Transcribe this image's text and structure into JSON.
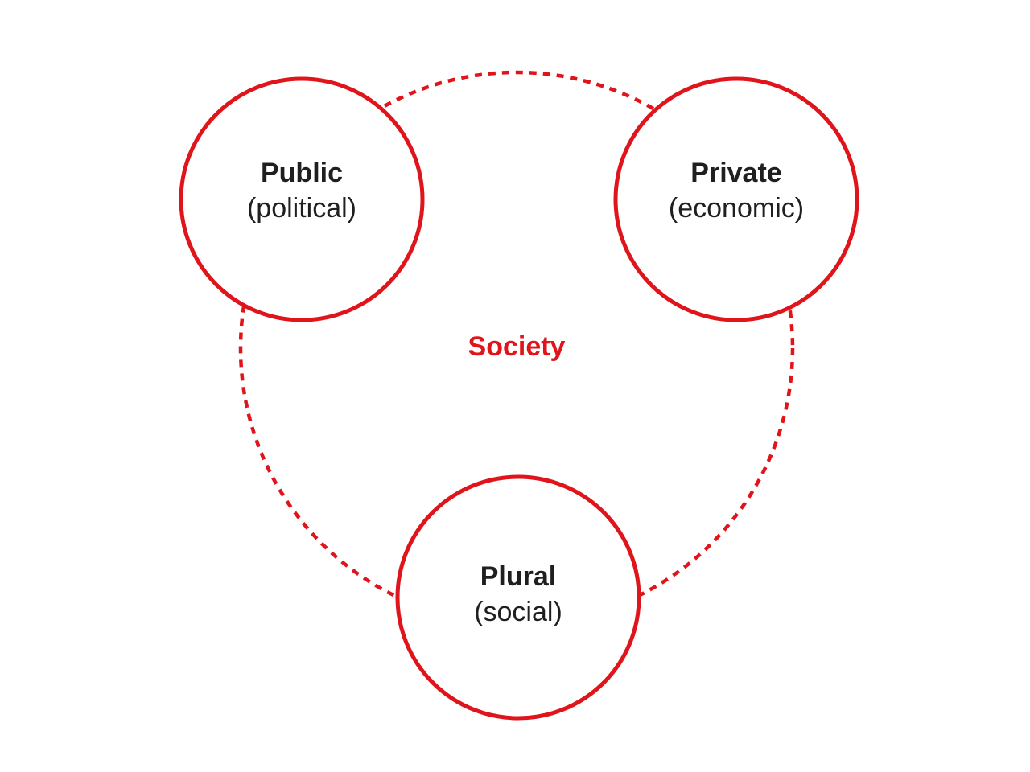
{
  "colors": {
    "accent": "#e0141b",
    "text": "#1f1f1f",
    "background": "#ffffff"
  },
  "center_label": "Society",
  "nodes": [
    {
      "id": "public",
      "title": "Public",
      "subtitle": "(political)"
    },
    {
      "id": "private",
      "title": "Private",
      "subtitle": "(economic)"
    },
    {
      "id": "plural",
      "title": "Plural",
      "subtitle": "(social)"
    }
  ]
}
